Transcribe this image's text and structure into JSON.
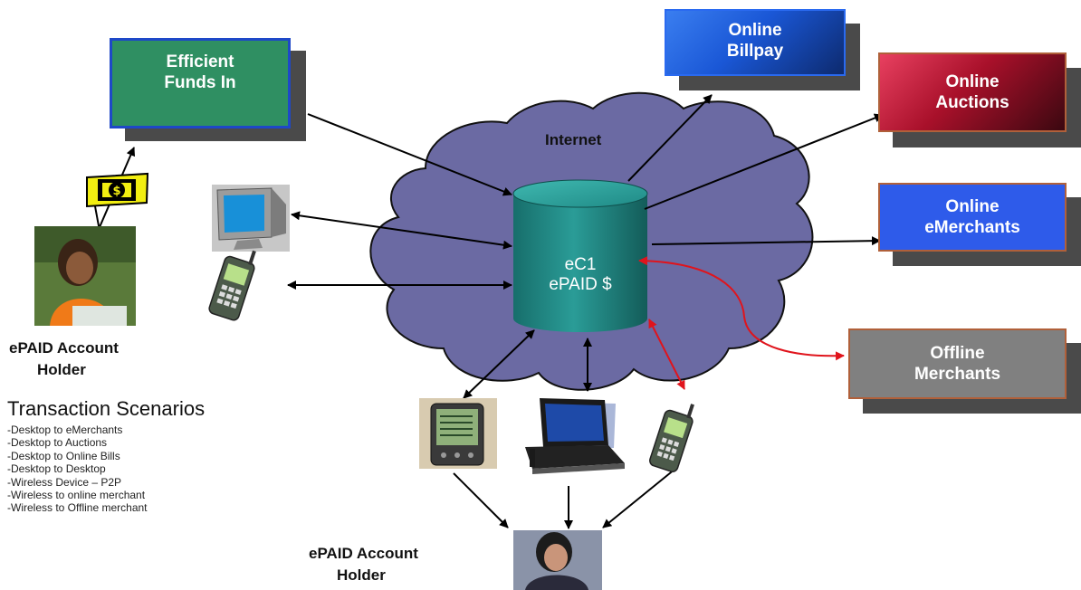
{
  "boxes": {
    "funds_in": "Efficient\nFunds In",
    "billpay": "Online\nBillpay",
    "auctions": "Online\nAuctions",
    "emerchants": "Online\neMerchants",
    "offline": "Offline\nMerchants"
  },
  "cloud_label": "Internet",
  "database": {
    "line1": "eC1",
    "line2": "ePAID $"
  },
  "holder_top": [
    "ePAID Account",
    "Holder"
  ],
  "holder_bottom": [
    "ePAID Account",
    "Holder"
  ],
  "scenarios": {
    "title": "Transaction Scenarios",
    "items": [
      "-Desktop to eMerchants",
      "-Desktop to Auctions",
      "-Desktop to Online Bills",
      "-Desktop to Desktop",
      "-Wireless Device – P2P",
      "-Wireless to online merchant",
      "-Wireless to Offline merchant"
    ]
  },
  "colors": {
    "cloud": "#6b6aa3",
    "funds_in": "#2f8f62",
    "billpay": "#1a57d6",
    "auctions": "#a8102a",
    "emerchants": "#2e5bea",
    "offline": "#808080",
    "cylinder": "#1f8a86",
    "red_arrow": "#e0141c"
  },
  "icons": [
    "money-icon",
    "desktop-computer-icon",
    "mobile-phone-icon",
    "pda-icon",
    "laptop-icon",
    "person-photo"
  ]
}
